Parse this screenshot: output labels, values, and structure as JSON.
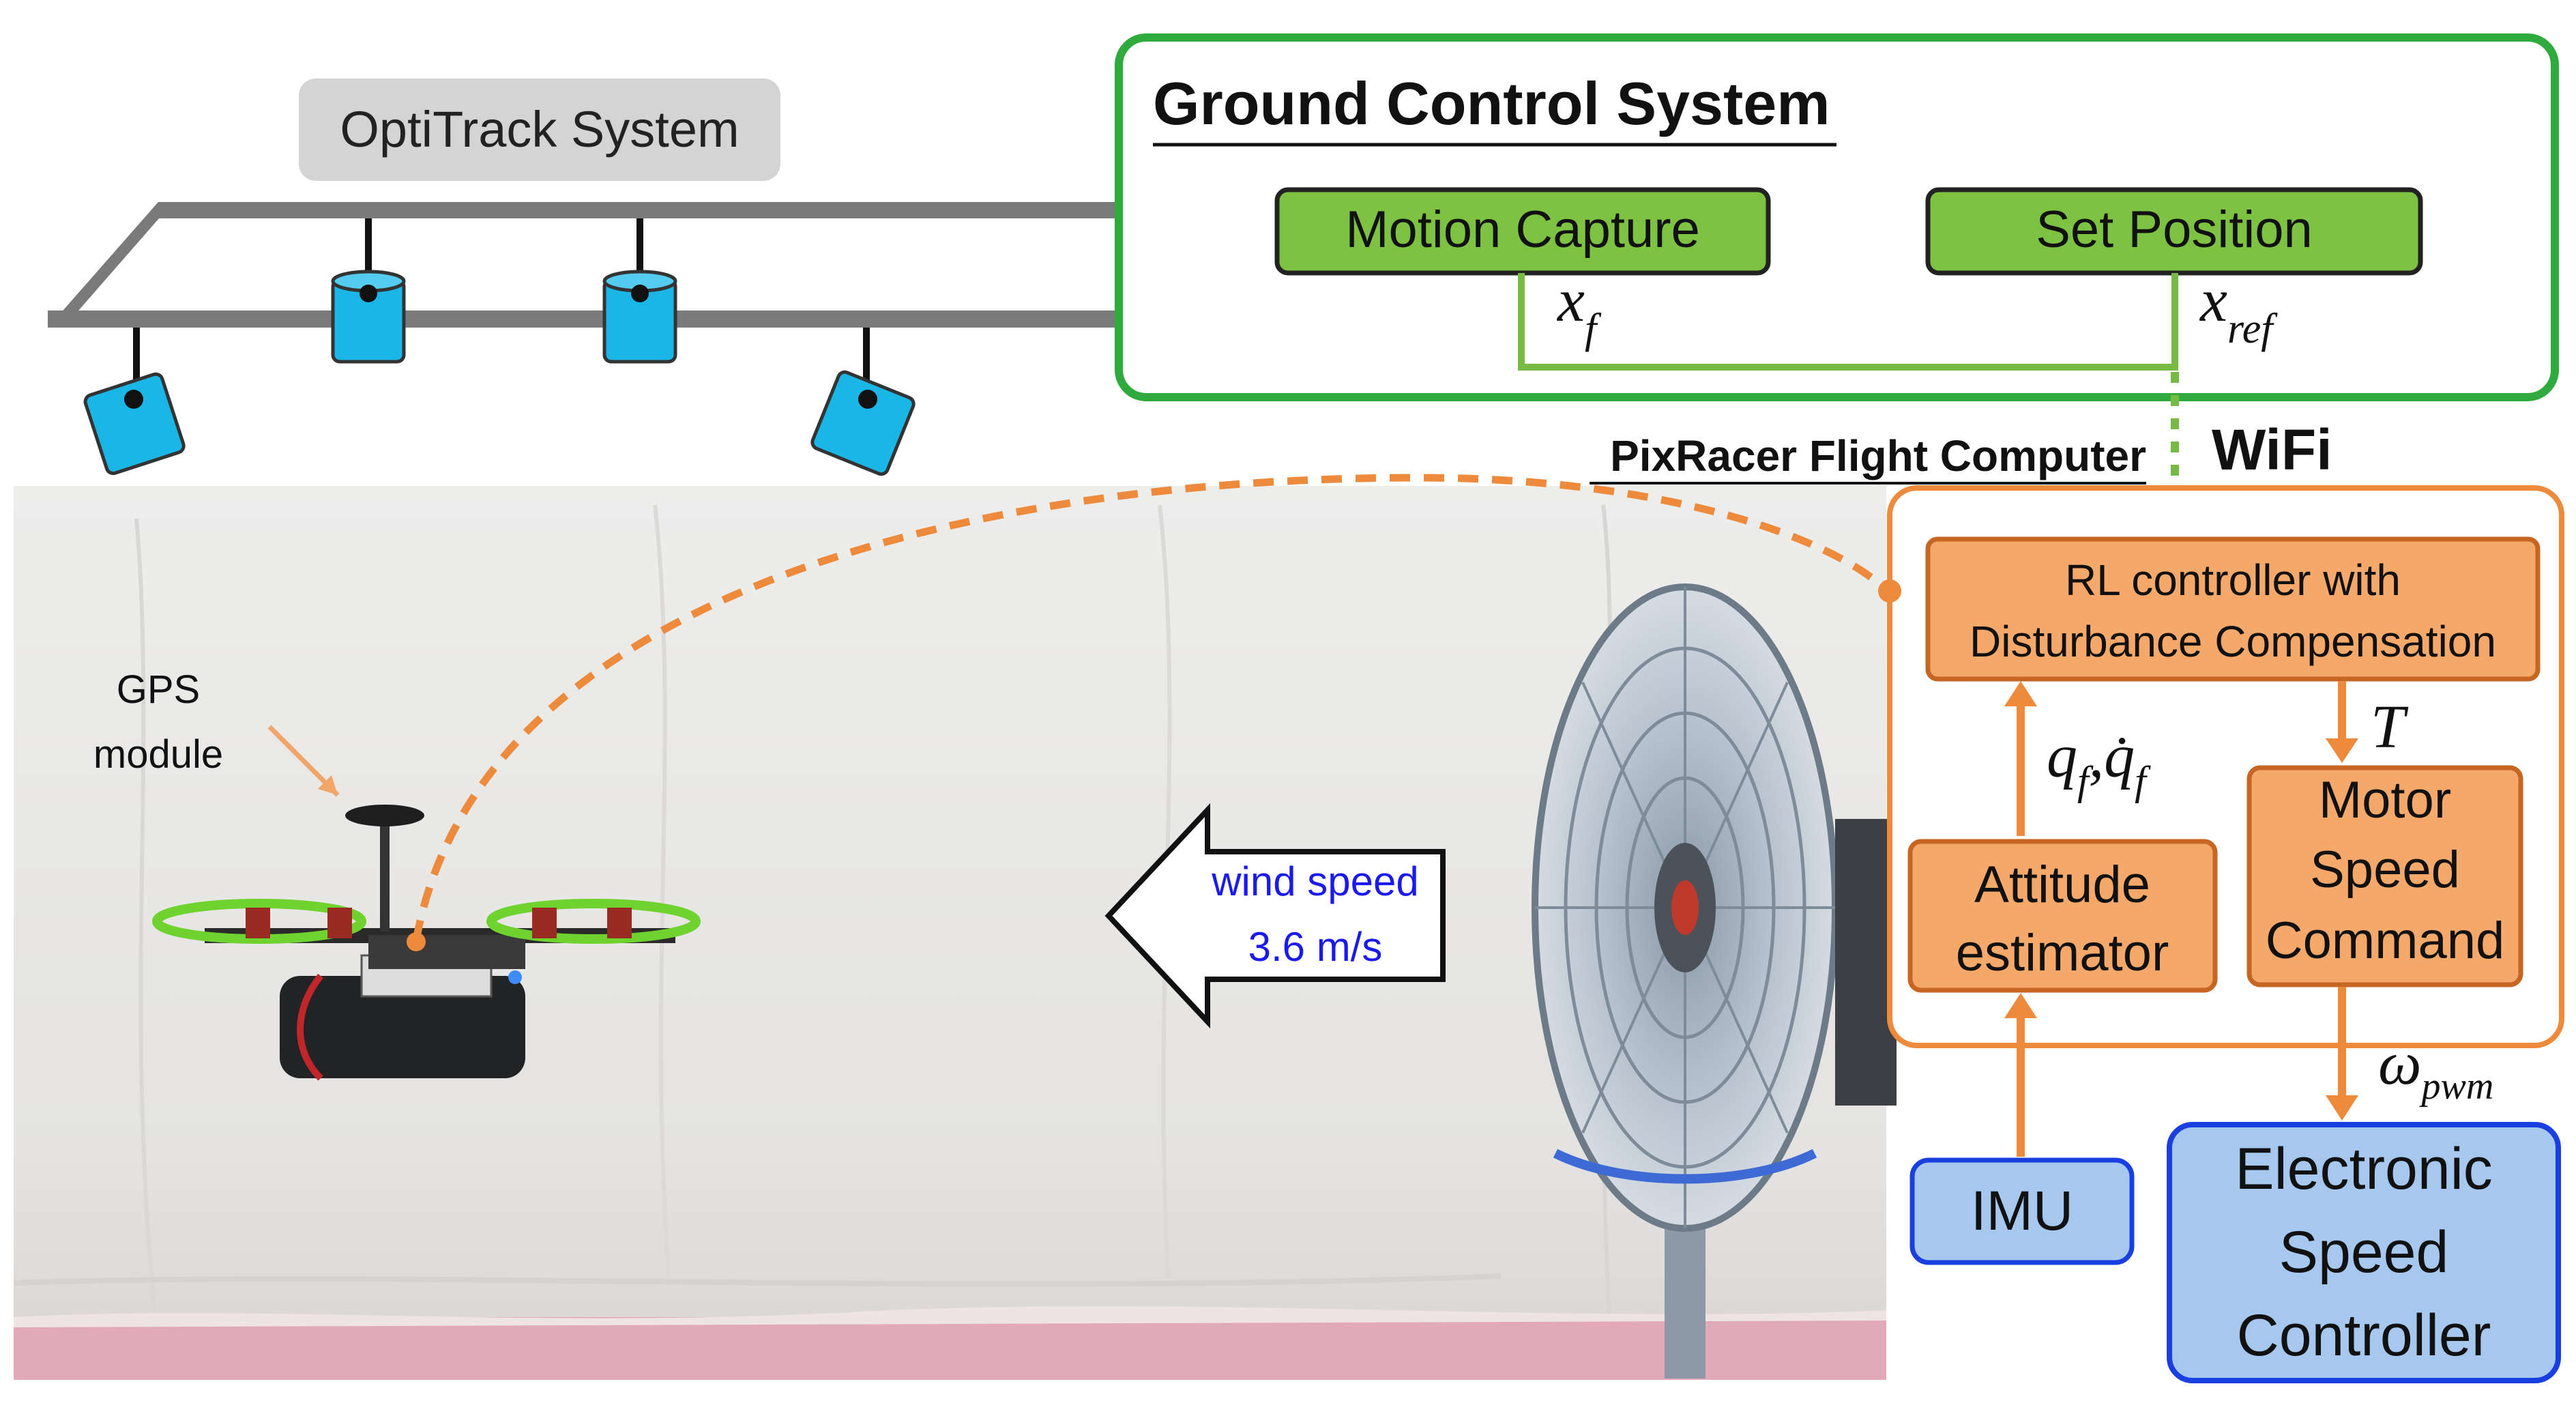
{
  "optitrack": {
    "label": "OptiTrack System"
  },
  "ground_control": {
    "title": "Ground Control System",
    "motion_capture": "Motion Capture",
    "set_position": "Set Position",
    "xf_main": "x",
    "xf_sub": "f",
    "xref_main": "x",
    "xref_sub": "ref"
  },
  "link": {
    "wifi": "WiFi"
  },
  "pixracer": {
    "title": "PixRacer Flight Computer",
    "rl_line1": "RL controller with",
    "rl_line2": "Disturbance Compensation",
    "torque": "T",
    "q_main": "q",
    "q_sub": "f",
    "qdot_main": "q̇",
    "qdot_sub": "f",
    "attitude_line1": "Attitude",
    "attitude_line2": "estimator",
    "motor_line1": "Motor",
    "motor_line2": "Speed",
    "motor_line3": "Command"
  },
  "hardware": {
    "imu": "IMU",
    "omega_main": "ω",
    "omega_sub": "pwm",
    "esc_line1": "Electronic",
    "esc_line2": "Speed",
    "esc_line3": "Controller"
  },
  "photo": {
    "gps_line1": "GPS",
    "gps_line2": "module",
    "wind_line1": "wind speed",
    "wind_line2": "3.6 m/s"
  },
  "colors": {
    "green_border": "#2eab3c",
    "green_fill": "#7ec242",
    "green_line": "#77bb44",
    "orange_border": "#d6782e",
    "orange_fill": "#f4a86a",
    "orange_line": "#ee8a3c",
    "blue_border": "#1a3fe0",
    "blue_fill": "#a6c8ee",
    "camera_blue": "#1ab7e6",
    "wind_text": "#1a1aee",
    "rail_gray": "#7a7a7a"
  }
}
